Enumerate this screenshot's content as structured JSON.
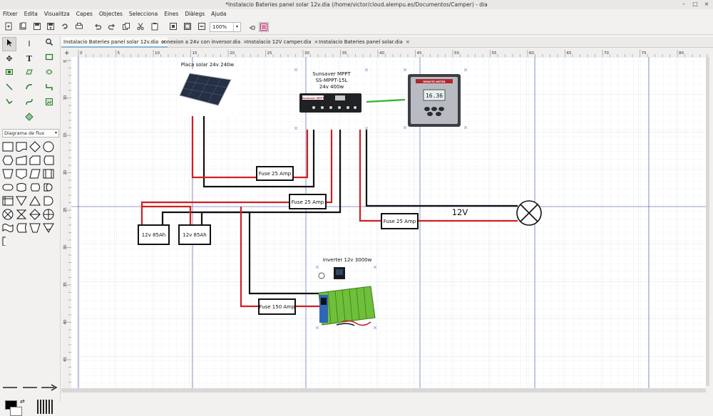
{
  "window": {
    "title": "*Instalacio Bateries panel solar 12v.dia (/home/victor/cloud.alempu.es/Documentos/Camper) - dia",
    "controls": [
      "–",
      "□",
      "×"
    ]
  },
  "menu": [
    "Fitxer",
    "Edita",
    "Visualitza",
    "Capes",
    "Objectes",
    "Selecciona",
    "Eines",
    "Diàlegs",
    "Ajuda"
  ],
  "toolbar": {
    "zoom": "100%",
    "zoom_arrow": "▾",
    "icons": [
      "new",
      "open",
      "save",
      "save-as",
      "export",
      "print",
      "undo",
      "redo",
      "copy",
      "cut",
      "paste",
      "zoom-fit",
      "zoom-best",
      "zoom-out"
    ]
  },
  "toolbox": {
    "sheet": "Diagrama de flux",
    "sheet_arrow": "▾",
    "tools": [
      "⬉",
      "I",
      "🔍",
      "✥",
      "T",
      "▭",
      "◍",
      "▱",
      "⬡",
      "╲",
      "↷",
      "↳",
      "↘",
      "⤳",
      "⊞",
      "⬗"
    ]
  },
  "tabs": [
    {
      "label": "Instalacio Bateries panel solar 12v.dia",
      "active": true
    },
    {
      "label": "conexion a 24v con inversor.dia",
      "active": false
    },
    {
      "label": "Instalacio 12V camper.dia",
      "active": false
    },
    {
      "label": "Instalacio Bateries panel solar.dia",
      "active": false
    }
  ],
  "tab_close": "×",
  "ruler": {
    "h_ticks": [
      "0",
      "5",
      "10",
      "15",
      "20",
      "25",
      "30",
      "35",
      "40",
      "45",
      "50",
      "55",
      "60",
      "65",
      "70",
      "75",
      "80"
    ],
    "v_ticks": [
      "5",
      "10",
      "15",
      "20",
      "25",
      "30",
      "35",
      "40",
      "45"
    ]
  },
  "diagram": {
    "solar_panel_label": "Placa solar 24v 240w",
    "mppt_label_1": "Sunsaver MPPT",
    "mppt_label_2": "SS-MPPT-15L",
    "mppt_label_3": "24v 400w",
    "mppt_brand": "SunSaver MPPT",
    "meter_brand": "REMOTE METER",
    "meter_display": "16.36",
    "fuse_1": "Fuse 25 Amp",
    "fuse_2": "Fuse 25 Amp",
    "fuse_3": "Fuse 25 Amp",
    "fuse_4": "Fuse 150 Amp",
    "battery_1": "12v 85Ah",
    "battery_2": "12v 85Ah",
    "load_label": "12V",
    "inverter_label": "inverter 12v 3000w"
  },
  "colors": {
    "wire_positive": "#d21f1f",
    "wire_negative": "#111111",
    "wire_data": "#2fb52f",
    "guide_line": "#3949ab",
    "grid": "#e2e6ee"
  }
}
